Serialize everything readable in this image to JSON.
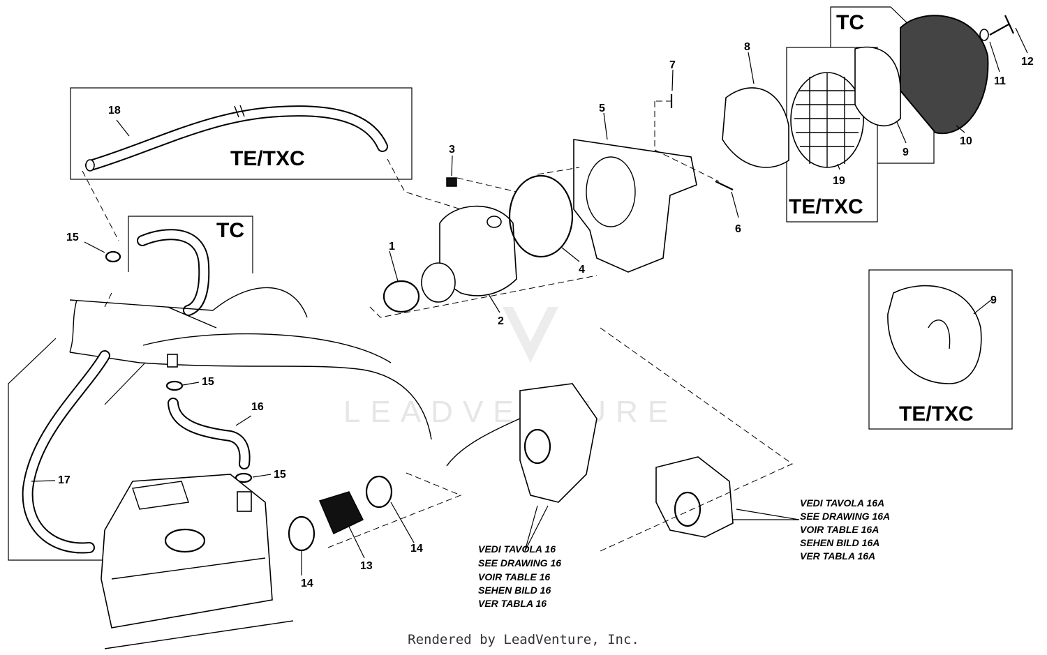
{
  "callouts": [
    "1",
    "2",
    "3",
    "4",
    "5",
    "6",
    "7",
    "8",
    "9",
    "10",
    "11",
    "12",
    "13",
    "14",
    "15",
    "16",
    "17",
    "18",
    "19"
  ],
  "variants": {
    "te_txc": "TE/TXC",
    "tc": "TC"
  },
  "references": {
    "drawing_16": [
      "VEDI TAVOLA 16",
      "SEE DRAWING 16",
      "VOIR TABLE 16",
      "SEHEN BILD 16",
      "VER TABLA 16"
    ],
    "drawing_16a": [
      "VEDI TAVOLA 16A",
      "SEE DRAWING 16A",
      "VOIR TABLE 16A",
      "SEHEN BILD 16A",
      "VER TABLA 16A"
    ]
  },
  "watermark": "LEADVENTURE",
  "footer": "Rendered by LeadVenture, Inc.",
  "colors": {
    "line": "#000000",
    "background": "#ffffff",
    "watermark": "#e6e6e6"
  }
}
